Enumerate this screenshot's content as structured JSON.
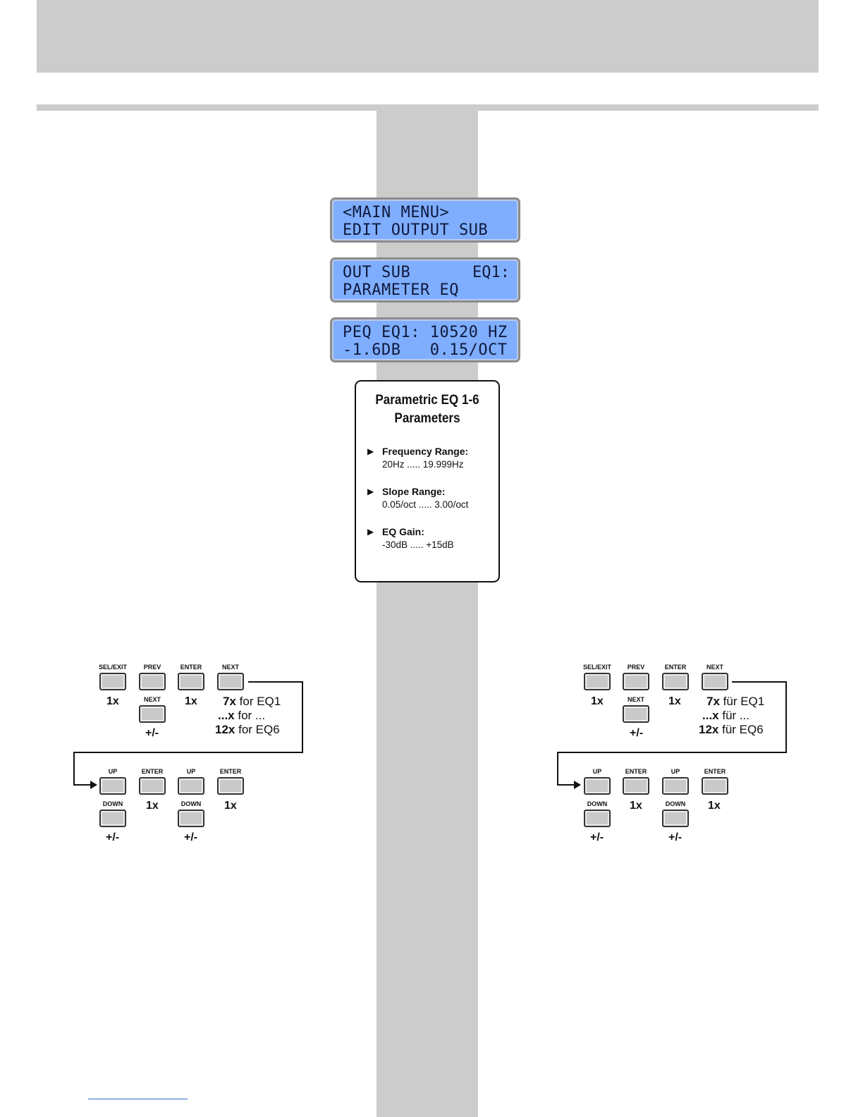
{
  "lcd": [
    {
      "line1": "<MAIN MENU>",
      "line2": "EDIT OUTPUT SUB",
      "right": ""
    },
    {
      "line1": "OUT SUB",
      "line2": "PARAMETER EQ",
      "right": "EQ1:"
    },
    {
      "line1": "PEQ EQ1: 10520 HZ",
      "line2": "-1.6DB   0.15/OCT",
      "right": ""
    }
  ],
  "params": {
    "title_line1": "Parametric EQ 1-6",
    "title_line2": "Parameters",
    "items": [
      {
        "label": "Frequency Range:",
        "value": "20Hz ..... 19.999Hz"
      },
      {
        "label": "Slope Range:",
        "value": "0.05/oct ..... 3.00/oct"
      },
      {
        "label": "EQ Gain:",
        "value": "-30dB ..... +15dB"
      }
    ]
  },
  "buttons": {
    "sel_exit": "SEL/EXIT",
    "prev": "PREV",
    "enter": "ENTER",
    "next": "NEXT",
    "up": "UP",
    "down": "DOWN"
  },
  "counts": {
    "one_x": "1x",
    "plus_minus": "+/-"
  },
  "english": {
    "n1_bold": "7x",
    "n1_text": " for EQ1",
    "n2_bold": "...x",
    "n2_text": " for ...",
    "n3_bold": "12x",
    "n3_text": " for EQ6"
  },
  "german": {
    "n1_bold": "7x",
    "n1_text": " für EQ1",
    "n2_bold": "...x",
    "n2_text": " für ...",
    "n3_bold": "12x",
    "n3_text": " für EQ6"
  }
}
